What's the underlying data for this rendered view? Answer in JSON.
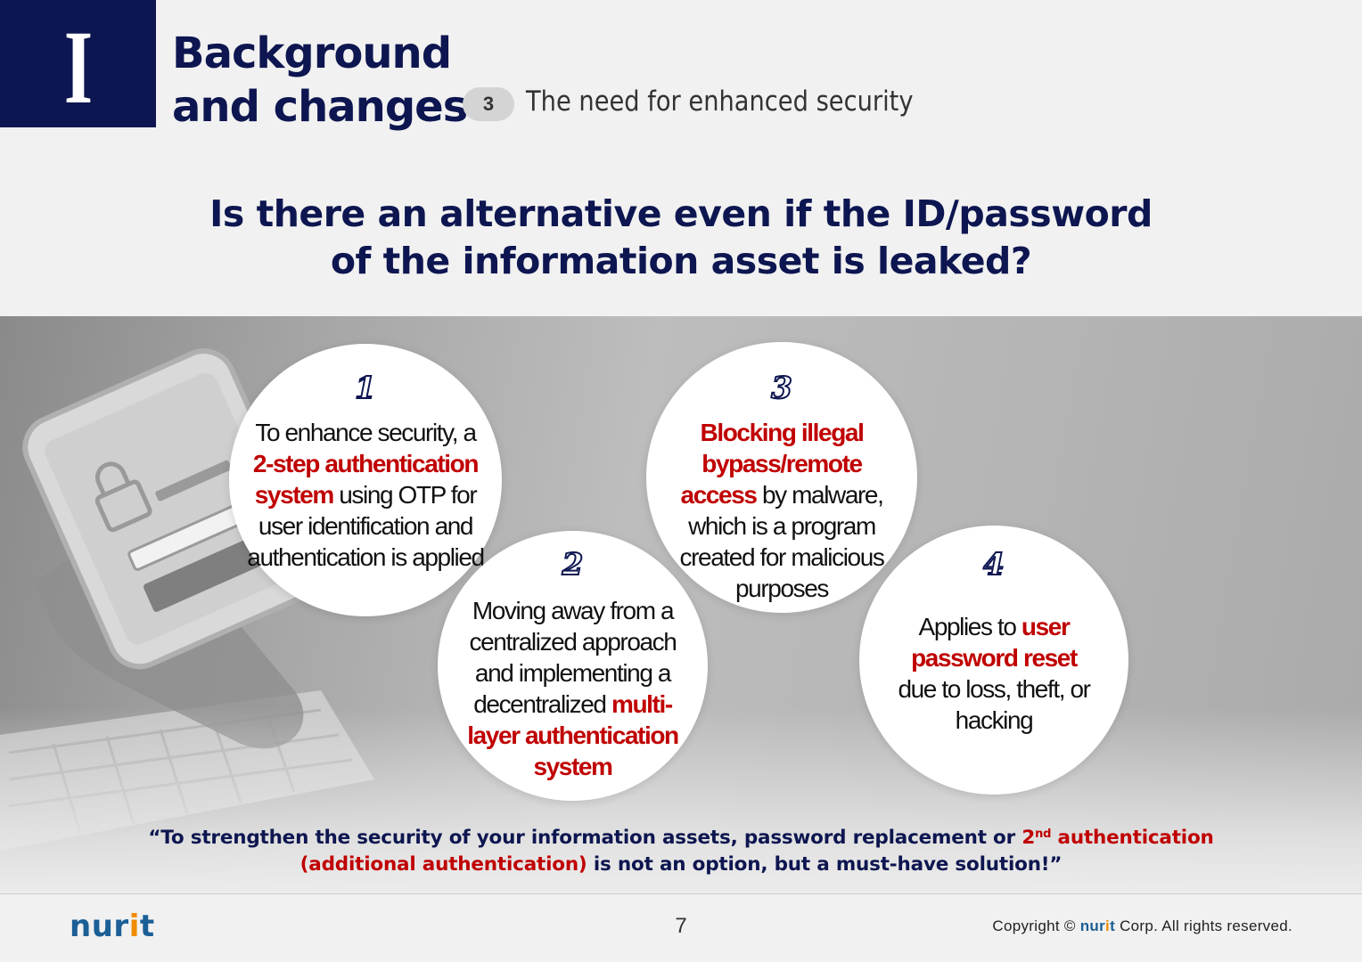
{
  "header": {
    "section_numeral": "I",
    "title_line1": "Background",
    "title_line2": "and changes",
    "sub_number": "3",
    "sub_title": "The need for enhanced security"
  },
  "question": {
    "line1": "Is there an alternative even if the ID/password",
    "line2": "of the information asset is leaked?"
  },
  "circles": [
    {
      "number": "1",
      "parts": [
        {
          "text": "To enhance security, a ",
          "em": false
        },
        {
          "text": "2-step authentication system",
          "em": true
        },
        {
          "text": " using OTP for user identification and authentication is applied",
          "em": false
        }
      ]
    },
    {
      "number": "2",
      "parts": [
        {
          "text": "Moving away from a centralized approach and implementing a decentralized ",
          "em": false
        },
        {
          "text": "multi-layer authentication system",
          "em": true
        }
      ]
    },
    {
      "number": "3",
      "parts": [
        {
          "text": "Blocking illegal bypass/remote access",
          "em": true
        },
        {
          "text": " by malware, which is a program created for malicious purposes",
          "em": false
        }
      ]
    },
    {
      "number": "4",
      "parts": [
        {
          "text": "Applies to ",
          "em": false
        },
        {
          "text": "user password reset",
          "em": true
        },
        {
          "text": " due to loss, theft, or hacking",
          "em": false
        }
      ]
    }
  ],
  "quote": {
    "open": "“",
    "text1": "To strengthen the security of your information assets, password replacement or ",
    "em_num": "2",
    "em_sup": "nd",
    "em_text1": " authentication",
    "em_text2": "(additional authentication)",
    "text2": " is not an option, but a must-have solution!",
    "close": "”"
  },
  "footer": {
    "logo_a": "nur",
    "logo_b": "i",
    "logo_c": "t",
    "page_number": "7",
    "copyright_a": "Copyright © ",
    "copyright_b": "nur",
    "copyright_c": "i",
    "copyright_d": "t",
    "copyright_e": " Corp. All rights reserved."
  },
  "colors": {
    "navy": "#0d1650",
    "red": "#c00000",
    "logo_blue": "#1c5f96",
    "logo_orange": "#f08c00"
  }
}
